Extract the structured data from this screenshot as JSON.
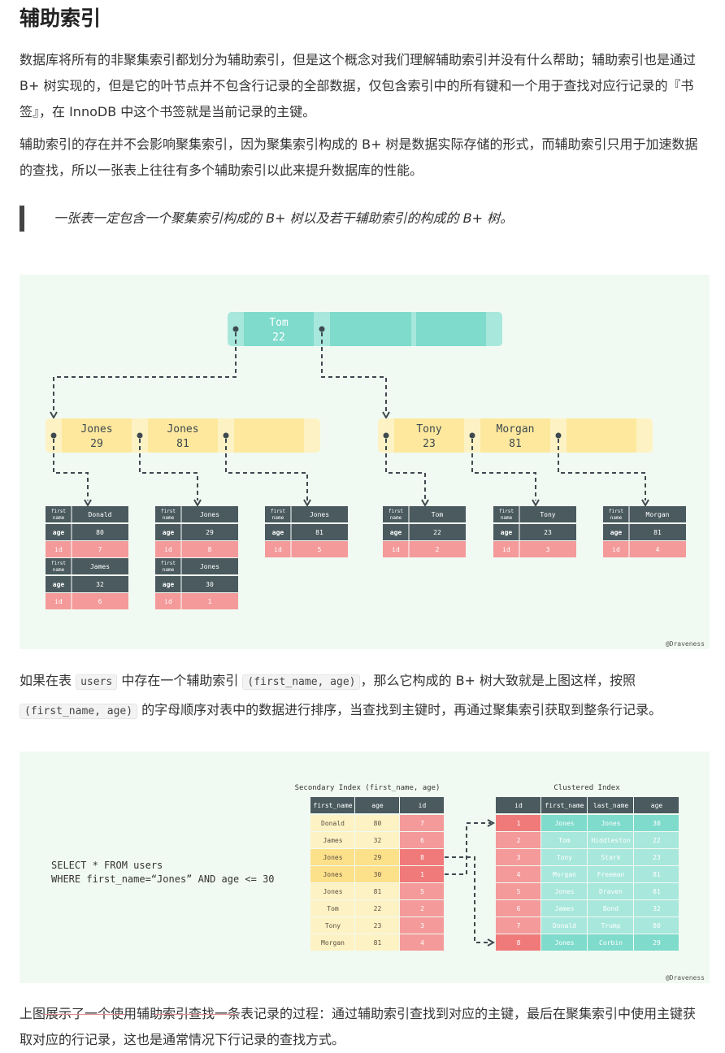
{
  "title": "辅助索引",
  "p1": "数据库将所有的非聚集索引都划分为辅助索引，但是这个概念对我们理解辅助索引并没有什么帮助；辅助索引也是通过 B+ 树实现的，但是它的叶节点并不包含行记录的全部数据，仅包含索引中的所有键和一个用于查找对应行记录的『书签』，在 InnoDB 中这个书签就是当前记录的主键。",
  "p2": "辅助索引的存在并不会影响聚集索引，因为聚集索引构成的 B+ 树是数据实际存储的形式，而辅助索引只用于加速数据的查找，所以一张表上往往有多个辅助索引以此来提升数据库的性能。",
  "quote": "一张表一定包含一个聚集索引构成的 B+ 树以及若干辅助索引的构成的 B+ 树。",
  "fig1": {
    "credit": "@Draveness",
    "root": {
      "name": "Tom",
      "age": "22"
    },
    "left_node": [
      {
        "name": "Jones",
        "age": "29"
      },
      {
        "name": "Jones",
        "age": "81"
      }
    ],
    "right_node": [
      {
        "name": "Tony",
        "age": "23"
      },
      {
        "name": "Morgan",
        "age": "81"
      }
    ],
    "row_labels": {
      "first_name": "first name",
      "age": "age",
      "id": "id"
    },
    "leaves": [
      [
        {
          "first_name": "Donald",
          "age": "80",
          "id": "7"
        },
        {
          "first_name": "James",
          "age": "32",
          "id": "6"
        }
      ],
      [
        {
          "first_name": "Jones",
          "age": "29",
          "id": "8"
        },
        {
          "first_name": "Jones",
          "age": "30",
          "id": "1"
        }
      ],
      [
        {
          "first_name": "Jones",
          "age": "81",
          "id": "5"
        }
      ],
      [
        {
          "first_name": "Tom",
          "age": "22",
          "id": "2"
        }
      ],
      [
        {
          "first_name": "Tony",
          "age": "23",
          "id": "3"
        }
      ],
      [
        {
          "first_name": "Morgan",
          "age": "81",
          "id": "4"
        }
      ]
    ]
  },
  "p3": {
    "t1": "如果在表 ",
    "c1": "users",
    "t2": " 中存在一个辅助索引 ",
    "c2": "(first_name, age)",
    "t3": "，那么它构成的 B+ 树大致就是上图这样，按照 ",
    "c3": "(first_name, age)",
    "t4": " 的字母顺序对表中的数据进行排序，当查找到主键时，再通过聚集索引获取到整条行记录。"
  },
  "fig2": {
    "credit": "@Draveness",
    "query_line1": "SELECT * FROM users",
    "query_line2": "WHERE first_name=“Jones” AND age <= 30",
    "secondary_title": "Secondary Index (first_name, age)",
    "secondary_headers": [
      "first_name",
      "age",
      "id"
    ],
    "secondary_rows": [
      [
        "Donald",
        "80",
        "7"
      ],
      [
        "James",
        "32",
        "6"
      ],
      [
        "Jones",
        "29",
        "8"
      ],
      [
        "Jones",
        "30",
        "1"
      ],
      [
        "Jones",
        "81",
        "5"
      ],
      [
        "Tom",
        "22",
        "2"
      ],
      [
        "Tony",
        "23",
        "3"
      ],
      [
        "Morgan",
        "81",
        "4"
      ]
    ],
    "secondary_highlight": [
      2,
      3
    ],
    "clustered_title": "Clustered Index",
    "clustered_headers": [
      "id",
      "first_name",
      "last_name",
      "age"
    ],
    "clustered_rows": [
      [
        "1",
        "Jones",
        "Jones",
        "30"
      ],
      [
        "2",
        "Tom",
        "Hiddleston",
        "22"
      ],
      [
        "3",
        "Tony",
        "Stark",
        "23"
      ],
      [
        "4",
        "Morgan",
        "Freeman",
        "81"
      ],
      [
        "5",
        "Jones",
        "Draven",
        "81"
      ],
      [
        "6",
        "James",
        "Bond",
        "32"
      ],
      [
        "7",
        "Donald",
        "Trump",
        "80"
      ],
      [
        "8",
        "Jones",
        "Corbin",
        "29"
      ]
    ],
    "clustered_highlight": [
      0,
      7
    ]
  },
  "p4": "上图展示了一个使用辅助索引查找一条表记录的过程：通过辅助索引查找到对应的主键，最后在聚集索引中使用主键获取对应的行记录，这也是通常情况下行记录的查找方式。",
  "colors": {
    "teal": "#7fdbcc",
    "teal_light": "#a8e7dc",
    "yellow": "#fde89e",
    "yellow_light": "#fdf2c4",
    "slate": "#4a5a5f",
    "salmon": "#f49a9a",
    "red": "#f07a7a",
    "bg": "#f1faf2"
  }
}
